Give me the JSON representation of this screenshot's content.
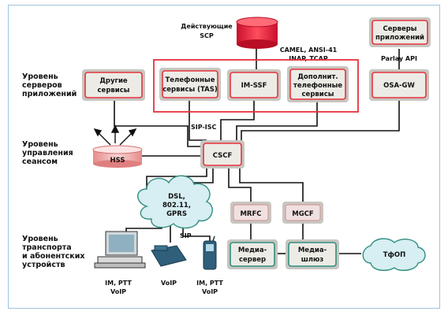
{
  "levels": {
    "app": [
      "Уровень",
      "серверов",
      "приложений"
    ],
    "session": [
      "Уровень",
      "управления",
      "сеансом"
    ],
    "transport": [
      "Уровень",
      "транспорта",
      "и абонентских",
      "устройств"
    ]
  },
  "scp": {
    "label": [
      "Действующие",
      "SCP"
    ],
    "proto": [
      "CAMEL, ANSI-41",
      "INAP, TCAP"
    ]
  },
  "app_servers": {
    "label": [
      "Серверы",
      "приложений"
    ],
    "api": "Parlay API"
  },
  "boxes": {
    "other": [
      "Другие",
      "сервисы"
    ],
    "tas": [
      "Телефонные",
      "сервисы (TAS)"
    ],
    "imssf": [
      "IM-SSF"
    ],
    "extra": [
      "Дополнит.",
      "телефонные",
      "сервисы"
    ],
    "osagw": [
      "OSA-GW"
    ],
    "hss": "HSS",
    "cscf": "CSCF",
    "mrfc": "MRFC",
    "mgcf": "MGCF",
    "media_server": [
      "Медиа-",
      "сервер"
    ],
    "media_gw": [
      "Медиа-",
      "шлюз"
    ],
    "tfop": "ТфОП"
  },
  "sip_isc": "SIP-ISC",
  "sip": "SIP",
  "cloud": [
    "DSL,",
    "802.11,",
    "GPRS"
  ],
  "devices": {
    "pc": [
      "IM, PTT",
      "VoIP"
    ],
    "phone": [
      "VoIP"
    ],
    "mobile": [
      "IM, PTT",
      "VoIP"
    ]
  },
  "colors": {
    "accent": "#e8323c",
    "box_fill": "#ecebe6",
    "frame": "#9cc3df",
    "teal": "#2f8f7f",
    "cloud": "#d7eef2"
  }
}
